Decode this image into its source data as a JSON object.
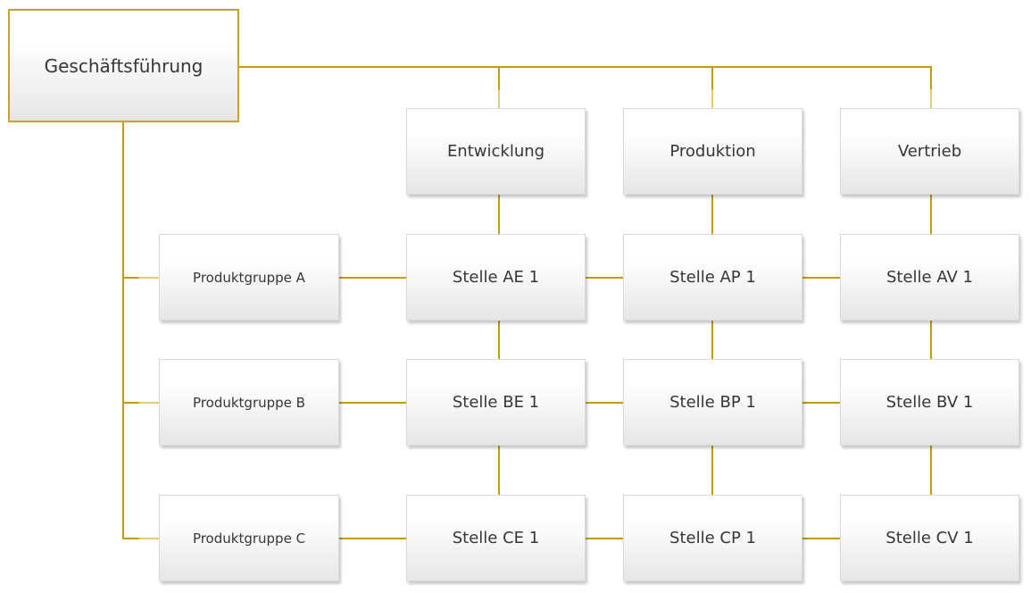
{
  "diagram": {
    "type": "matrix-organization-chart",
    "root": {
      "label": "Geschäftsführung"
    },
    "functions": [
      {
        "label": "Entwicklung"
      },
      {
        "label": "Produktion"
      },
      {
        "label": "Vertrieb"
      }
    ],
    "product_groups": [
      {
        "label": "Produktgruppe A"
      },
      {
        "label": "Produktgruppe B"
      },
      {
        "label": "Produktgruppe C"
      }
    ],
    "cells": [
      [
        "Stelle AE 1",
        "Stelle AP 1",
        "Stelle AV 1"
      ],
      [
        "Stelle BE 1",
        "Stelle BP 1",
        "Stelle BV 1"
      ],
      [
        "Stelle CE 1",
        "Stelle CP 1",
        "Stelle CV 1"
      ]
    ],
    "colors": {
      "line": "#C49B09",
      "line_light": "#E7CB72",
      "root_border": "#C9A12E",
      "box_gradient_top": "#FFFFFF",
      "box_gradient_bottom": "#E6E6E6",
      "text": "#363636"
    }
  }
}
